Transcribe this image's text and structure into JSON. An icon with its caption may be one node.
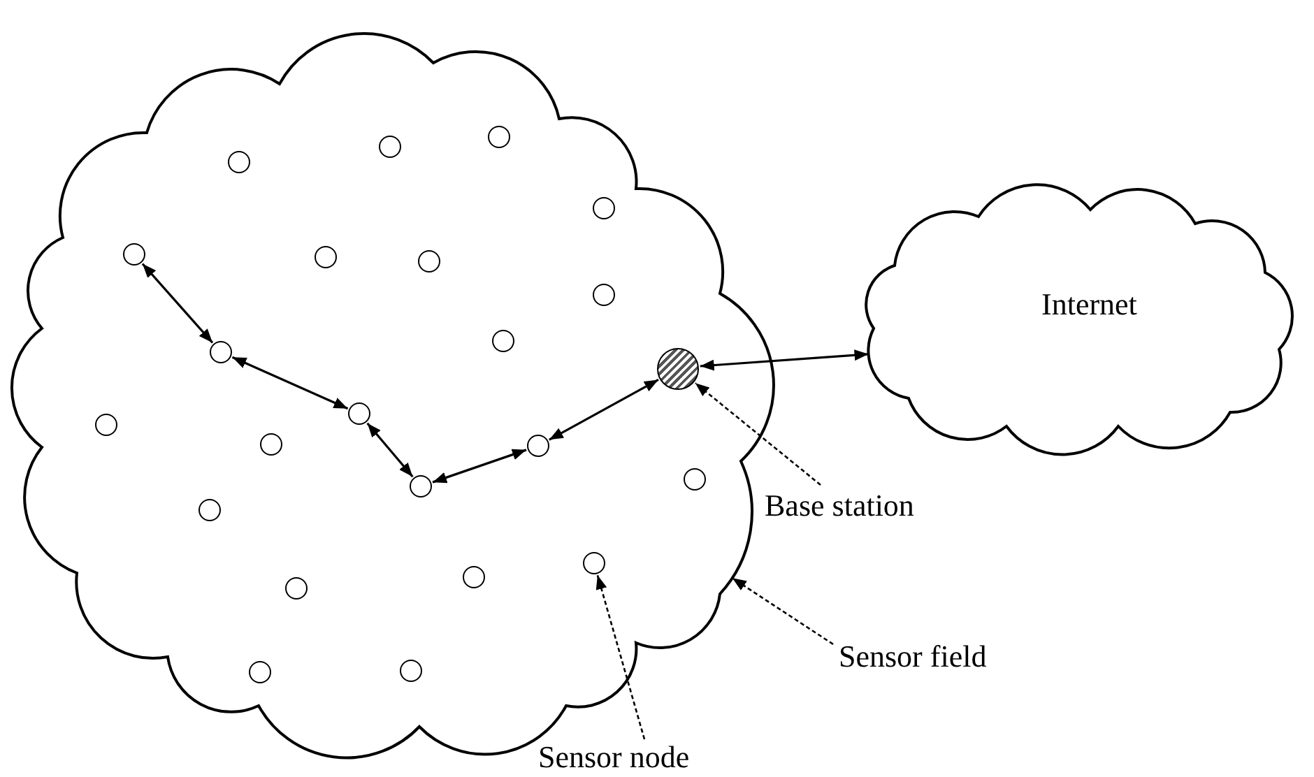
{
  "diagram": {
    "nodes": [
      {
        "text": [],
        "shape": "cloud"
      },
      {
        "text": [],
        "shape": "circle",
        "in": 0
      },
      {
        "text": [],
        "shape": "circle",
        "in": 0
      },
      {
        "text": [],
        "shape": "circle",
        "in": 0
      },
      {
        "text": [],
        "shape": "circle",
        "in": 0
      },
      {
        "text": [],
        "shape": "circle",
        "in": 0
      },
      {
        "text": [],
        "shape": "circle",
        "in": 0
      },
      {
        "text": [],
        "shape": "circle",
        "in": 0
      },
      {
        "text": [],
        "shape": "circle",
        "in": 0
      },
      {
        "text": [],
        "shape": "circle",
        "in": 0
      },
      {
        "text": [],
        "shape": "circle",
        "in": 0
      },
      {
        "text": [],
        "shape": "circle",
        "in": 0
      },
      {
        "text": [],
        "shape": "circle",
        "in": 0
      },
      {
        "text": [],
        "shape": "circle",
        "in": 0
      },
      {
        "text": [],
        "shape": "circle",
        "in": 0
      },
      {
        "text": [],
        "shape": "circle",
        "in": 0
      },
      {
        "text": [],
        "shape": "circle",
        "in": 0
      },
      {
        "text": [],
        "shape": "circle",
        "in": 0
      },
      {
        "text": [],
        "shape": "circle",
        "in": 0
      },
      {
        "text": [],
        "shape": "circle",
        "in": 0
      },
      {
        "text": [],
        "shape": "circle",
        "in": 0
      },
      {
        "text": [],
        "shape": "circle",
        "in": 0
      },
      {
        "text": [],
        "shape": "circle",
        "in": 0
      },
      {
        "text": [],
        "shape": "circle",
        "in": 0
      },
      {
        "text": [
          "Internet"
        ]
      },
      {
        "text": [
          "Base station"
        ]
      },
      {
        "text": [
          "Sensor field"
        ]
      },
      {
        "text": [
          "Sensor node"
        ]
      }
    ],
    "edges": [
      {
        "from": 5,
        "to": 10,
        "arrow": "both"
      },
      {
        "from": 10,
        "to": 12,
        "arrow": "both"
      },
      {
        "from": 12,
        "to": 17,
        "arrow": "both"
      },
      {
        "from": 17,
        "to": 15,
        "arrow": "both"
      },
      {
        "from": 15,
        "to": 11,
        "arrow": "both"
      },
      {
        "from": 11,
        "to": 24,
        "arrow": "both"
      },
      {
        "from": 25,
        "to": 11,
        "arrow": "to",
        "style": "dashed"
      },
      {
        "from": 26,
        "to": 0,
        "arrow": "to",
        "style": "dashed"
      },
      {
        "from": 27,
        "to": 19,
        "arrow": "to",
        "style": "dashed"
      }
    ]
  }
}
